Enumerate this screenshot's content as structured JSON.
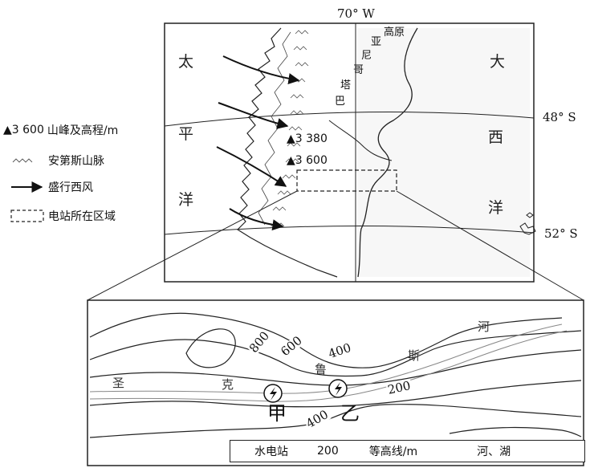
{
  "meridian_label": "70° W",
  "lat_labels": {
    "lat48": "48° S",
    "lat52": "52° S"
  },
  "plateau_chars": [
    "巴",
    "塔",
    "哥",
    "尼",
    "亚",
    "高原"
  ],
  "ocean_labels": {
    "pacific": [
      "太",
      "平",
      "洋"
    ],
    "atlantic": [
      "大",
      "西",
      "洋"
    ]
  },
  "peaks": [
    {
      "symbol": "▲",
      "elevation": "3 380"
    },
    {
      "symbol": "▲",
      "elevation": "3 600"
    }
  ],
  "legend": [
    {
      "sample": "▲3 600",
      "text": "山峰及高程/m"
    },
    {
      "text": "安第斯山脉"
    },
    {
      "text": "盛行西风"
    },
    {
      "text": "电站所在区域"
    }
  ],
  "inset": {
    "contour_values": [
      "800",
      "600",
      "400",
      "200",
      "400"
    ],
    "river_chars": [
      "圣",
      "克",
      "鲁",
      "斯",
      "河"
    ],
    "stations": [
      "甲",
      "乙"
    ]
  },
  "inset_legend": {
    "station": "水电站",
    "contour_value": "200",
    "contour_text": "等高线/m",
    "water": "河、湖"
  },
  "colors": {
    "ink": "#111111",
    "land_texture": "#cfcfcf"
  }
}
